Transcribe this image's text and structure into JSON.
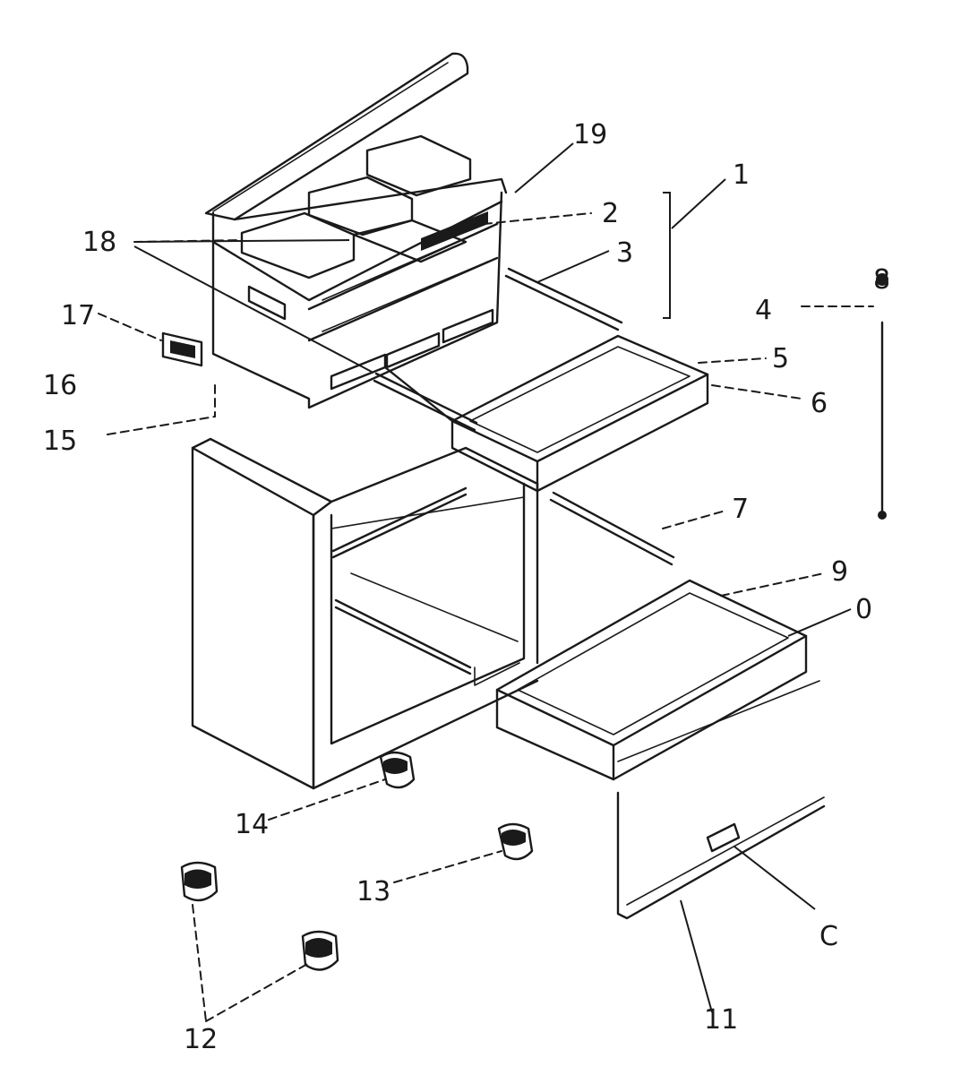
{
  "callouts": {
    "c1": "1",
    "c2": "2",
    "c3": "3",
    "c4": "4",
    "c5": "5",
    "c6": "6",
    "c7": "7",
    "c8": "8",
    "c9": "9",
    "c10": "0",
    "c11": "11",
    "c12": "12",
    "c13": "13",
    "c14": "14",
    "c15": "15",
    "c16": "16",
    "c17": "17",
    "c18": "18",
    "c19": "19",
    "c20": "C"
  }
}
